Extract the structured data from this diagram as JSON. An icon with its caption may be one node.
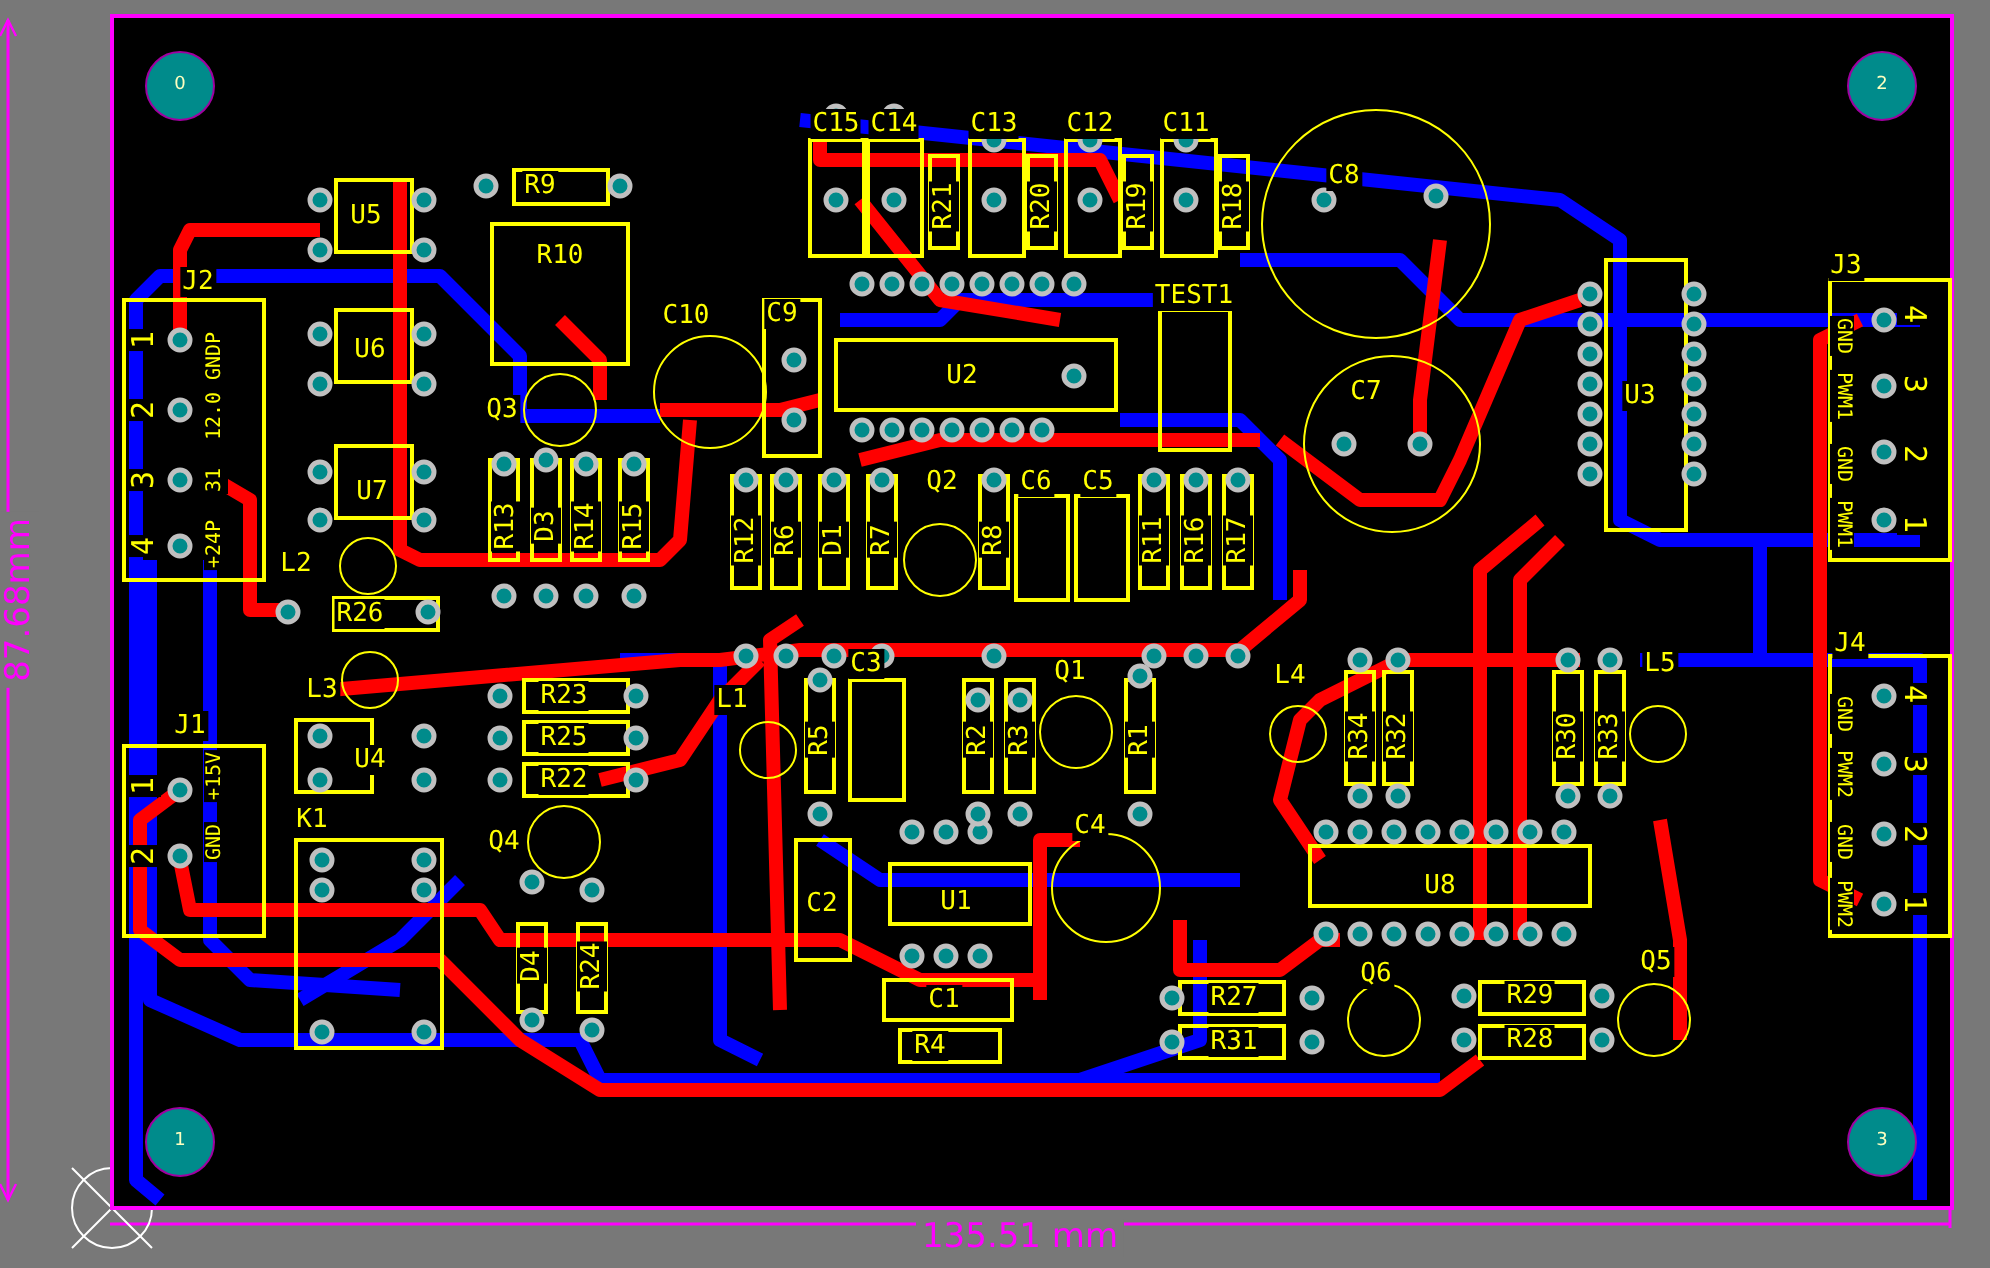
{
  "diagram": {
    "labels": [
      "0",
      "2",
      "C15",
      "C14",
      "C13",
      "C12",
      "C11",
      "C8",
      "R9",
      "U5",
      "R21",
      "R20",
      "R19",
      "R18",
      "R10",
      "J2",
      "1",
      "2",
      "3",
      "4",
      "GNDP",
      "12.0",
      "31",
      "+24P",
      "J3",
      "GND",
      "PWM1",
      "GND",
      "PWM1",
      "4",
      "3",
      "2",
      "1",
      "TEST1",
      "C10",
      "C9",
      "U6",
      "U2",
      "C7",
      "U3",
      "Q3",
      "U7",
      "R13",
      "D3",
      "R14",
      "R15",
      "R12",
      "R6",
      "D1",
      "R7",
      "Q2",
      "R8",
      "C6",
      "C5",
      "R11",
      "R16",
      "R17",
      "L2",
      "R26",
      "J4",
      "L3",
      "R23",
      "L1",
      "C3",
      "Q1",
      "L4",
      "L5",
      "GND",
      "PWM2",
      "GND",
      "PWM2",
      "4",
      "3",
      "2",
      "1",
      "J1",
      "1",
      "2",
      "+15V",
      "GND",
      "R25",
      "U4",
      "R5",
      "R2",
      "R3",
      "R1",
      "R34",
      "R32",
      "R30",
      "R33",
      "R22",
      "K1",
      "Q4",
      "C4",
      "C2",
      "U1",
      "U8",
      "D4",
      "R24",
      "C1",
      "R27",
      "Q6",
      "R29",
      "Q5",
      "R4",
      "R31",
      "R28",
      "1",
      "3",
      "135.51 mm",
      "87.68mm"
    ]
  }
}
